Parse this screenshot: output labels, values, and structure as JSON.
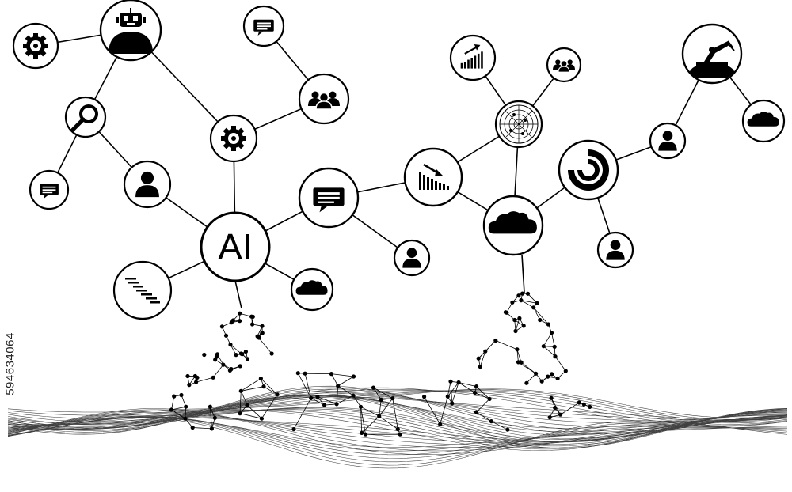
{
  "hub": {
    "label": "AI"
  },
  "side_id": "594634064",
  "nodes": [
    {
      "icon": "gear-icon"
    },
    {
      "icon": "robot-icon"
    },
    {
      "icon": "chat-bubble-icon"
    },
    {
      "icon": "people-group-icon"
    },
    {
      "icon": "magnifier-icon"
    },
    {
      "icon": "gear-icon"
    },
    {
      "icon": "chat-bubble-icon"
    },
    {
      "icon": "user-icon"
    },
    {
      "icon": "ai-hub"
    },
    {
      "icon": "gantt-chart-icon"
    },
    {
      "icon": "cloud-icon"
    },
    {
      "icon": "chat-bubble-icon"
    },
    {
      "icon": "user-icon"
    },
    {
      "icon": "bar-chart-down-icon"
    },
    {
      "icon": "bar-chart-up-icon"
    },
    {
      "icon": "people-group-icon"
    },
    {
      "icon": "radar-icon"
    },
    {
      "icon": "cloud-icon"
    },
    {
      "icon": "donut-chart-icon"
    },
    {
      "icon": "user-icon"
    },
    {
      "icon": "user-icon"
    },
    {
      "icon": "robot-arm-icon"
    },
    {
      "icon": "cloud-icon"
    }
  ]
}
